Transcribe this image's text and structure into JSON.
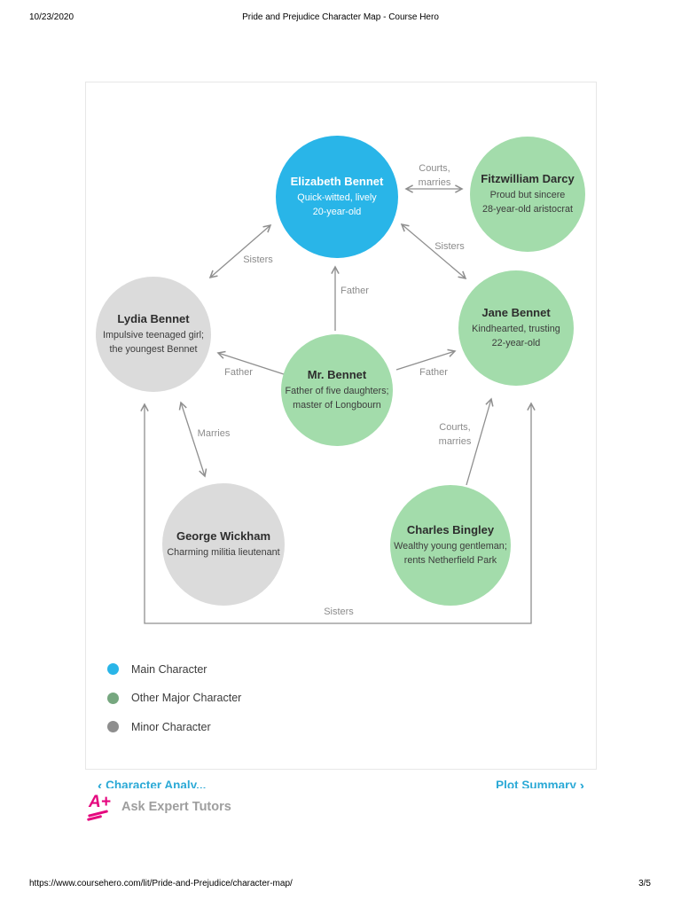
{
  "page": {
    "header": {
      "date": "10/23/2020",
      "title": "Pride and Prejudice Character Map - Course Hero"
    },
    "footer": {
      "url": "https://www.coursehero.com/lit/Pride-and-Prejudice/character-map/",
      "page_number": "3/5"
    }
  },
  "diagram": {
    "characters": [
      {
        "name": "Elizabeth Bennet",
        "desc": "Quick-witted, lively\n20-year-old",
        "type": "main"
      },
      {
        "name": "Fitzwilliam Darcy",
        "desc": "Proud but sincere\n28-year-old aristocrat",
        "type": "other-major"
      },
      {
        "name": "Lydia Bennet",
        "desc": "Impulsive teenaged girl;\nthe youngest Bennet",
        "type": "minor"
      },
      {
        "name": "Jane Bennet",
        "desc": "Kindhearted, trusting\n22-year-old",
        "type": "other-major"
      },
      {
        "name": "Mr. Bennet",
        "desc": "Father of five daughters;\nmaster of Longbourn",
        "type": "other-major"
      },
      {
        "name": "George Wickham",
        "desc": "Charming militia lieutenant",
        "type": "minor"
      },
      {
        "name": "Charles Bingley",
        "desc": "Wealthy young gentleman;\nrents Netherfield Park",
        "type": "other-major"
      }
    ],
    "relationships": [
      {
        "from": "Elizabeth Bennet",
        "to": "Fitzwilliam Darcy",
        "label": "Courts, marries",
        "bidirectional": true
      },
      {
        "from": "Lydia Bennet",
        "to": "Elizabeth Bennet",
        "label": "Sisters",
        "bidirectional": true
      },
      {
        "from": "Elizabeth Bennet",
        "to": "Jane Bennet",
        "label": "Sisters",
        "bidirectional": true
      },
      {
        "from": "Mr. Bennet",
        "to": "Elizabeth Bennet",
        "label": "Father",
        "bidirectional": false
      },
      {
        "from": "Mr. Bennet",
        "to": "Lydia Bennet",
        "label": "Father",
        "bidirectional": false
      },
      {
        "from": "Mr. Bennet",
        "to": "Jane Bennet",
        "label": "Father",
        "bidirectional": false
      },
      {
        "from": "Lydia Bennet",
        "to": "George Wickham",
        "label": "Marries",
        "bidirectional": true
      },
      {
        "from": "Charles Bingley",
        "to": "Jane Bennet",
        "label": "Courts, marries",
        "bidirectional": false
      },
      {
        "from": "Lydia Bennet",
        "to": "Jane Bennet",
        "label": "Sisters",
        "bidirectional": true
      }
    ],
    "legend": {
      "items": [
        {
          "label": "Main Character",
          "color": "#29b5e8"
        },
        {
          "label": "Other Major Character",
          "color": "#76a77f"
        },
        {
          "label": "Minor Character",
          "color": "#8e8e8e"
        }
      ]
    }
  },
  "nav": {
    "prev_label": "Character Analy...",
    "next_label": "Plot Summary",
    "prev_chevron": "‹",
    "next_chevron": "›"
  },
  "tutors": {
    "logo_text": "A+",
    "label": "Ask Expert Tutors"
  },
  "colors": {
    "main_circle": "#29b5e8",
    "major_circle": "#a3dcab",
    "minor_circle": "#dbdbdb",
    "arrow_gray": "#8b8b8b",
    "link_blue": "#2ba9d6",
    "brand_magenta": "#e5067e"
  }
}
